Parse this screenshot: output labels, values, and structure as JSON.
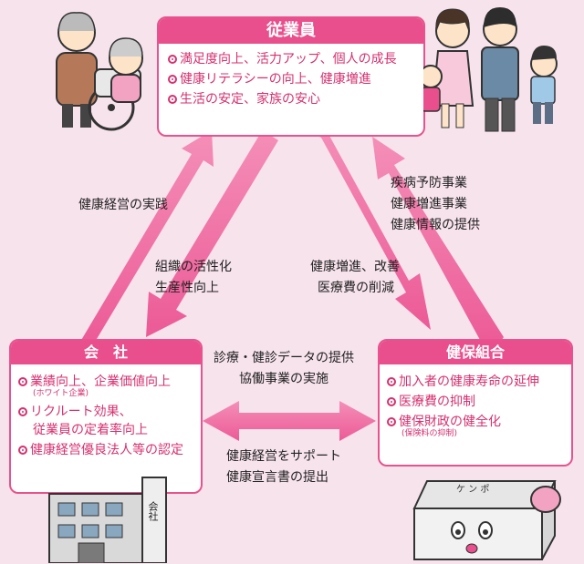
{
  "employees": {
    "title": "従業員",
    "items": [
      "満足度向上、活力アップ、個人の成長",
      "健康リテラシーの向上、健康増進",
      "生活の安定、家族の安心"
    ]
  },
  "company": {
    "title": "会　社",
    "items": [
      {
        "text": "業績向上、企業価値向上",
        "note": "(ホワイト企業)"
      },
      {
        "text": "リクルート効果、",
        "cont": "従業員の定着率向上"
      },
      {
        "text": "健康経営優良法人等の認定"
      }
    ],
    "building_sign": "会社"
  },
  "insurer": {
    "title": "健保組合",
    "items": [
      {
        "text": "加入者の健康寿命の延伸"
      },
      {
        "text": "医療費の抑制"
      },
      {
        "text": "健保財政の健全化",
        "note": "(保険料の抑制)"
      }
    ],
    "mascot_sign": "ケ ン ポ"
  },
  "flows": {
    "company_to_employee": "健康経営の実践",
    "employee_to_company": [
      "組織の活性化",
      "生産性向上"
    ],
    "employee_to_insurer": [
      "健康増進、改善",
      "医療費の削減"
    ],
    "insurer_to_employee": [
      "疾病予防事業",
      "健康増進事業",
      "健康情報の提供"
    ],
    "insurer_to_company": [
      "診療・健診データの提供",
      "協働事業の実施"
    ],
    "company_to_insurer": [
      "健康経営をサポート",
      "健康宣言書の提出"
    ]
  },
  "colors": {
    "accent": "#e94f8c",
    "arrow": "#f06aa1",
    "background": "#f7e3ec"
  }
}
